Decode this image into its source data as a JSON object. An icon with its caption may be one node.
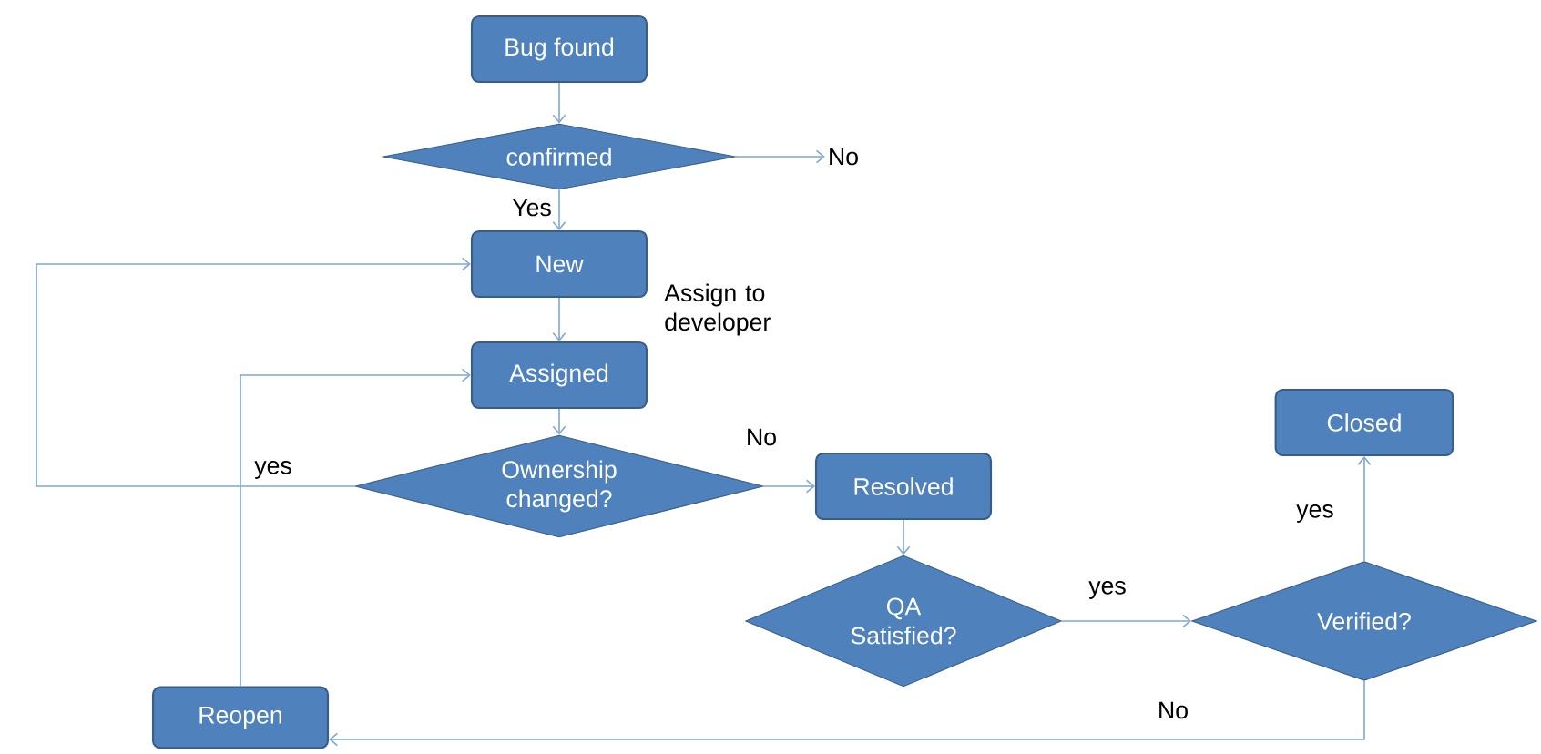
{
  "diagram": {
    "nodes": [
      {
        "text": [
          "Bug found"
        ]
      },
      {
        "text": [
          "confirmed"
        ]
      },
      {
        "text": [
          "No"
        ]
      },
      {
        "text": [
          "New"
        ]
      },
      {
        "text": [
          "Assigned"
        ]
      },
      {
        "text": [
          "Ownership changed?"
        ]
      },
      {
        "text": [
          "Resolved"
        ]
      },
      {
        "text": [
          "QA Satisfied?"
        ]
      },
      {
        "text": [
          "Verified?"
        ]
      },
      {
        "text": [
          "Closed"
        ]
      },
      {
        "text": [
          "Reopen"
        ]
      }
    ],
    "edges": [
      {
        "from": 0,
        "to": 1,
        "arrow": "to"
      },
      {
        "from": 1,
        "to": 2,
        "arrow": "to"
      },
      {
        "from": 1,
        "to": 3,
        "arrow": "to",
        "label": "Yes"
      },
      {
        "from": 3,
        "to": 4,
        "arrow": "to",
        "label": "Assign to developer"
      },
      {
        "from": 4,
        "to": 5,
        "arrow": "to"
      },
      {
        "from": 5,
        "to": 3,
        "arrow": "to",
        "label": "yes"
      },
      {
        "from": 5,
        "to": 6,
        "arrow": "to",
        "label": "No"
      },
      {
        "from": 6,
        "to": 7,
        "arrow": "to"
      },
      {
        "from": 7,
        "to": 8,
        "arrow": "to",
        "label": "yes"
      },
      {
        "from": 8,
        "to": 9,
        "arrow": "to",
        "label": "yes"
      },
      {
        "from": 8,
        "to": 10,
        "arrow": "to",
        "label": "No"
      },
      {
        "from": 10,
        "to": 4,
        "arrow": "to"
      }
    ]
  }
}
